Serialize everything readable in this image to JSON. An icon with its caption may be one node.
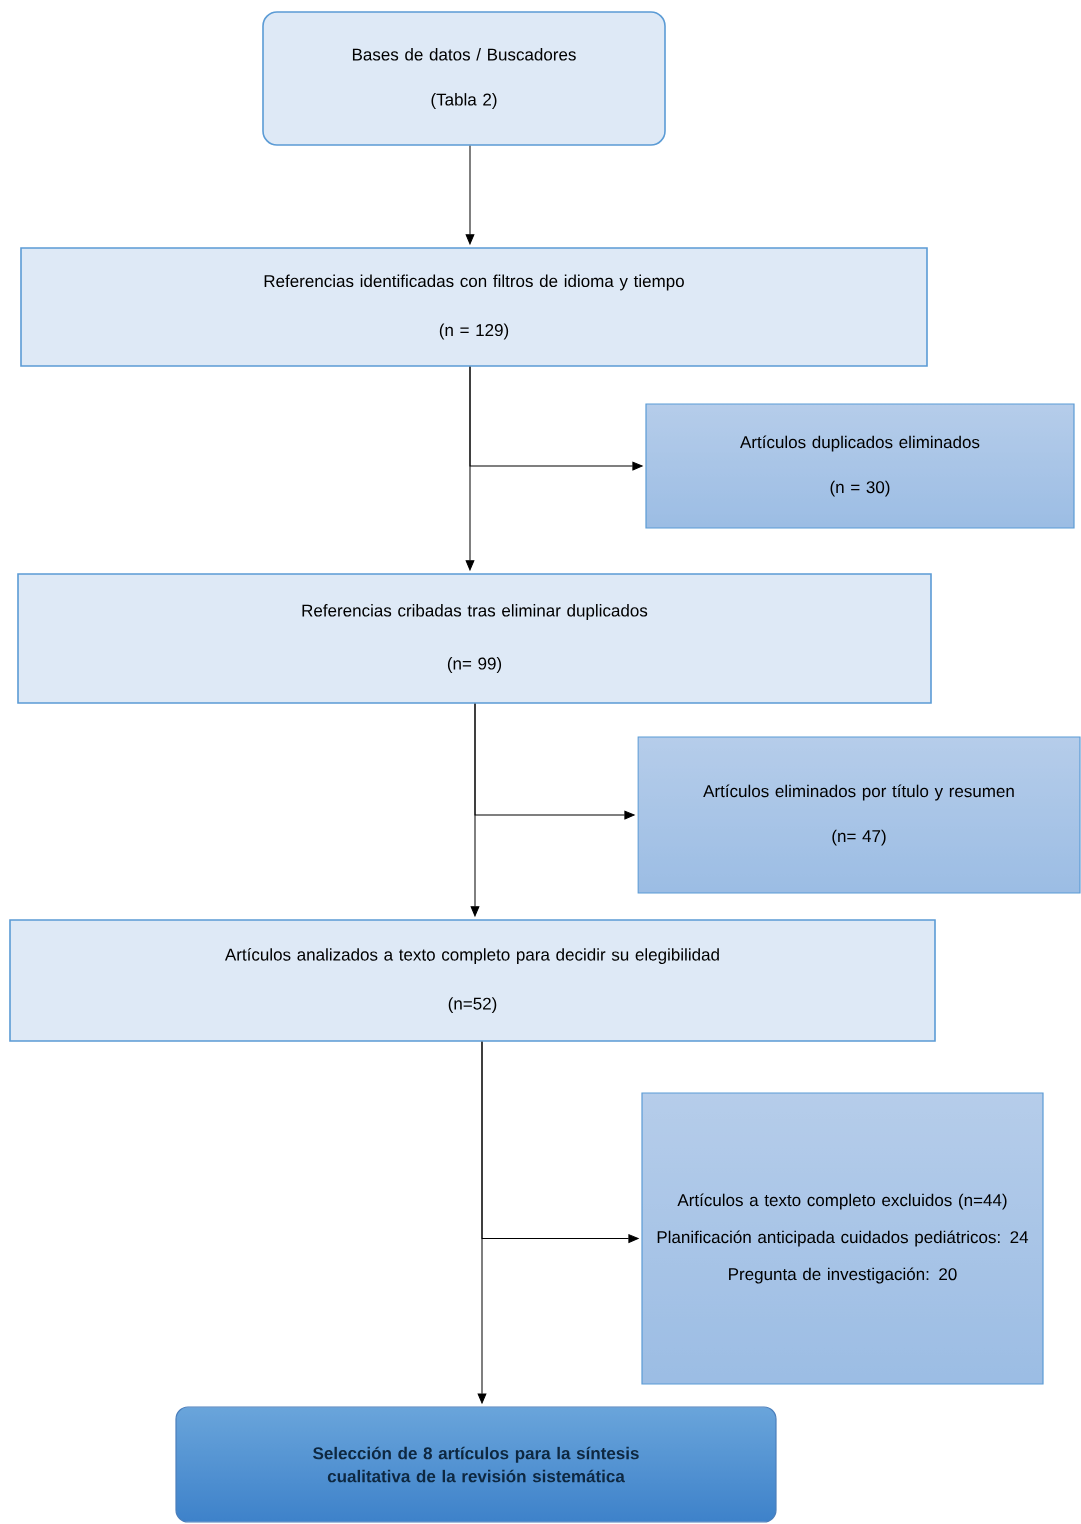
{
  "diagram": {
    "nodes": [
      {
        "text": [
          "Bases de datos / Buscadores",
          "(Tabla 2)"
        ]
      },
      {
        "text": [
          "Referencias identificadas con filtros de idioma y tiempo",
          "(n = 129)"
        ]
      },
      {
        "text": [
          "Artículos duplicados eliminados",
          "(n = 30)"
        ]
      },
      {
        "text": [
          "Referencias cribadas tras eliminar duplicados",
          "(n= 99)"
        ]
      },
      {
        "text": [
          "Artículos eliminados por título y resumen",
          "(n= 47)"
        ]
      },
      {
        "text": [
          "Artículos analizados a texto completo para decidir su elegibilidad",
          "(n=52)"
        ]
      },
      {
        "text": [
          "Artículos a texto completo excluidos (n=44)",
          "Planificación anticipada cuidados pediátricos: 24",
          "Pregunta de investigación: 20"
        ]
      },
      {
        "text": [
          "Selección de 8 artículos para la síntesis cualitativa de la revisión sistemática"
        ]
      }
    ],
    "edges": [
      {
        "from": 0,
        "to": 1,
        "arrow": "to"
      },
      {
        "from": 1,
        "to": 3,
        "arrow": "to"
      },
      {
        "from": 1,
        "to": 2,
        "arrow": "to"
      },
      {
        "from": 3,
        "to": 5,
        "arrow": "to"
      },
      {
        "from": 3,
        "to": 4,
        "arrow": "to"
      },
      {
        "from": 5,
        "to": 7,
        "arrow": "to"
      },
      {
        "from": 5,
        "to": 6,
        "arrow": "to"
      }
    ]
  }
}
